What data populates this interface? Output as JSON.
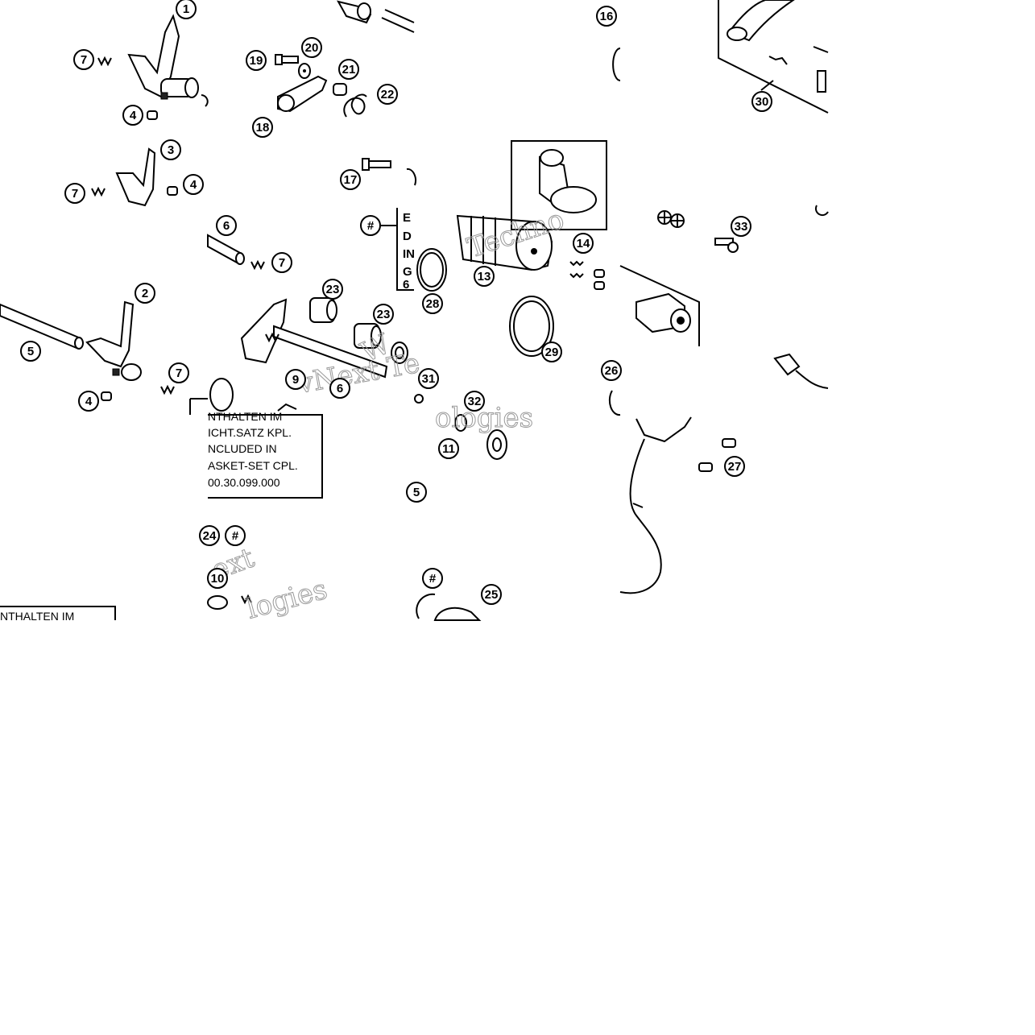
{
  "callouts": [
    {
      "id": "c1",
      "label": "1"
    },
    {
      "id": "c3",
      "label": "3"
    },
    {
      "id": "c7a",
      "label": "7"
    },
    {
      "id": "c4a",
      "label": "4"
    },
    {
      "id": "c7b",
      "label": "7"
    },
    {
      "id": "c4b",
      "label": "4"
    },
    {
      "id": "c19",
      "label": "19"
    },
    {
      "id": "c20",
      "label": "20"
    },
    {
      "id": "c21",
      "label": "21"
    },
    {
      "id": "c22",
      "label": "22"
    },
    {
      "id": "c18",
      "label": "18"
    },
    {
      "id": "c17",
      "label": "17"
    },
    {
      "id": "c16",
      "label": "16"
    },
    {
      "id": "c30",
      "label": "30"
    },
    {
      "id": "c2",
      "label": "2"
    },
    {
      "id": "c5",
      "label": "5"
    },
    {
      "id": "c4c",
      "label": "4"
    },
    {
      "id": "c7c",
      "label": "7"
    },
    {
      "id": "c6a",
      "label": "6"
    },
    {
      "id": "c7d",
      "label": "7"
    },
    {
      "id": "ch1",
      "label": "#"
    },
    {
      "id": "c23a",
      "label": "23"
    },
    {
      "id": "c23b",
      "label": "23"
    },
    {
      "id": "c9",
      "label": "9"
    },
    {
      "id": "c6b",
      "label": "6"
    },
    {
      "id": "c28",
      "label": "28"
    },
    {
      "id": "c14",
      "label": "14"
    },
    {
      "id": "c13",
      "label": "13"
    },
    {
      "id": "c29",
      "label": "29"
    },
    {
      "id": "c26",
      "label": "26"
    },
    {
      "id": "c31",
      "label": "31"
    },
    {
      "id": "c32",
      "label": "32"
    },
    {
      "id": "c11",
      "label": "11"
    },
    {
      "id": "c33",
      "label": "33"
    },
    {
      "id": "c27",
      "label": "27"
    },
    {
      "id": "c24",
      "label": "24"
    },
    {
      "id": "ch2",
      "label": "#"
    },
    {
      "id": "c10",
      "label": "10"
    },
    {
      "id": "c15",
      "label": "5"
    },
    {
      "id": "ch3",
      "label": "#"
    },
    {
      "id": "c25",
      "label": "25"
    }
  ],
  "note_box_top": {
    "lines": [
      "E",
      "D",
      "IN",
      "G",
      "6"
    ]
  },
  "note_box_main": {
    "lines": [
      "NTHALTEN IM",
      "ICHT.SATZ KPL.",
      "NCLUDED IN",
      "ASKET-SET CPL.",
      "00.30.099.000"
    ]
  },
  "note_box_lower": {
    "lines": [
      "NTHALTEN IM"
    ]
  },
  "watermarks": [
    "vNext Te",
    "Techno",
    "ext",
    "logies",
    "ologies",
    "W"
  ]
}
